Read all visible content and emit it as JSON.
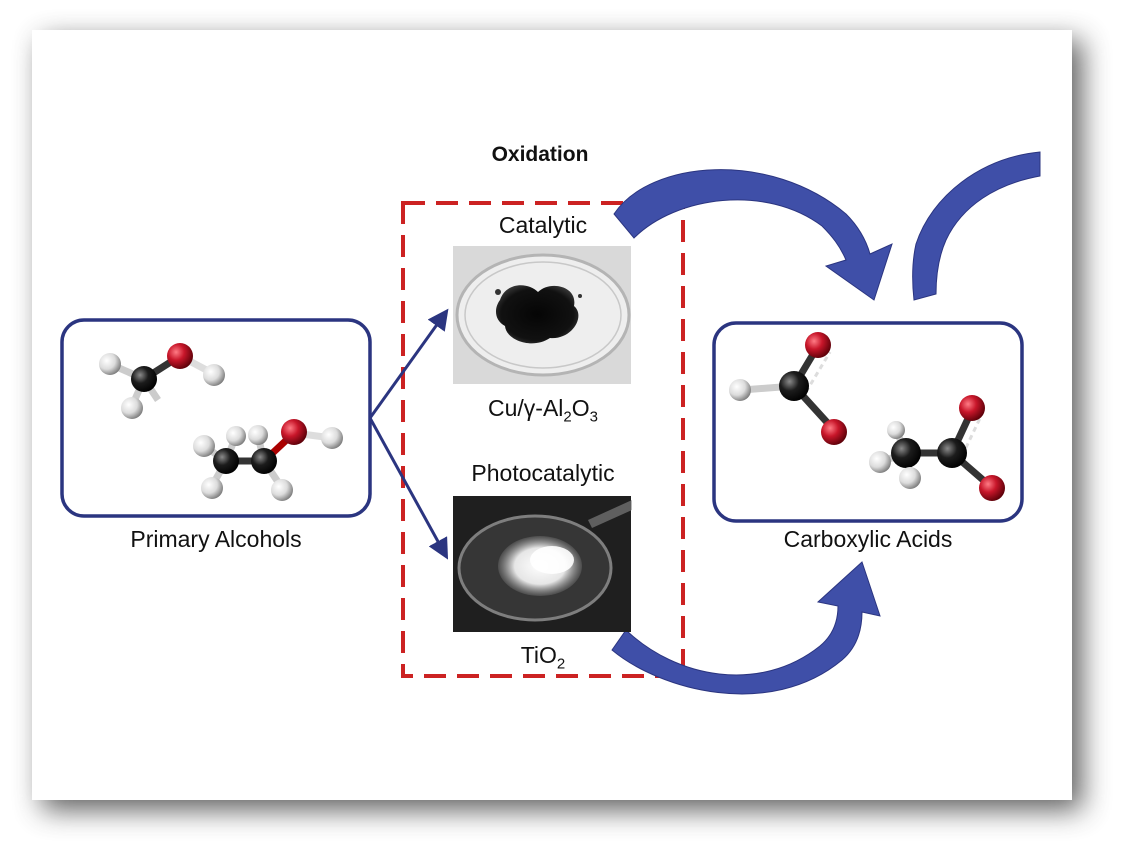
{
  "title": "Oxidation",
  "reactant": {
    "label": "Primary Alcohols"
  },
  "product": {
    "label": "Carboxylic Acids"
  },
  "routes": {
    "catalytic": {
      "heading": "Catalytic",
      "catalyst_parts": [
        "Cu/γ-Al",
        "2",
        "O",
        "3"
      ]
    },
    "photocatalytic": {
      "heading": "Photocatalytic",
      "catalyst_parts": [
        "TiO",
        "2"
      ]
    }
  },
  "colors": {
    "box_border": "#2b3580",
    "arrow": "#3f4fa8",
    "dashed_frame": "#cc2222",
    "oxygen": "#c8162a",
    "carbon": "#1c1c1c",
    "hydrogen": "#e8e8e8"
  }
}
